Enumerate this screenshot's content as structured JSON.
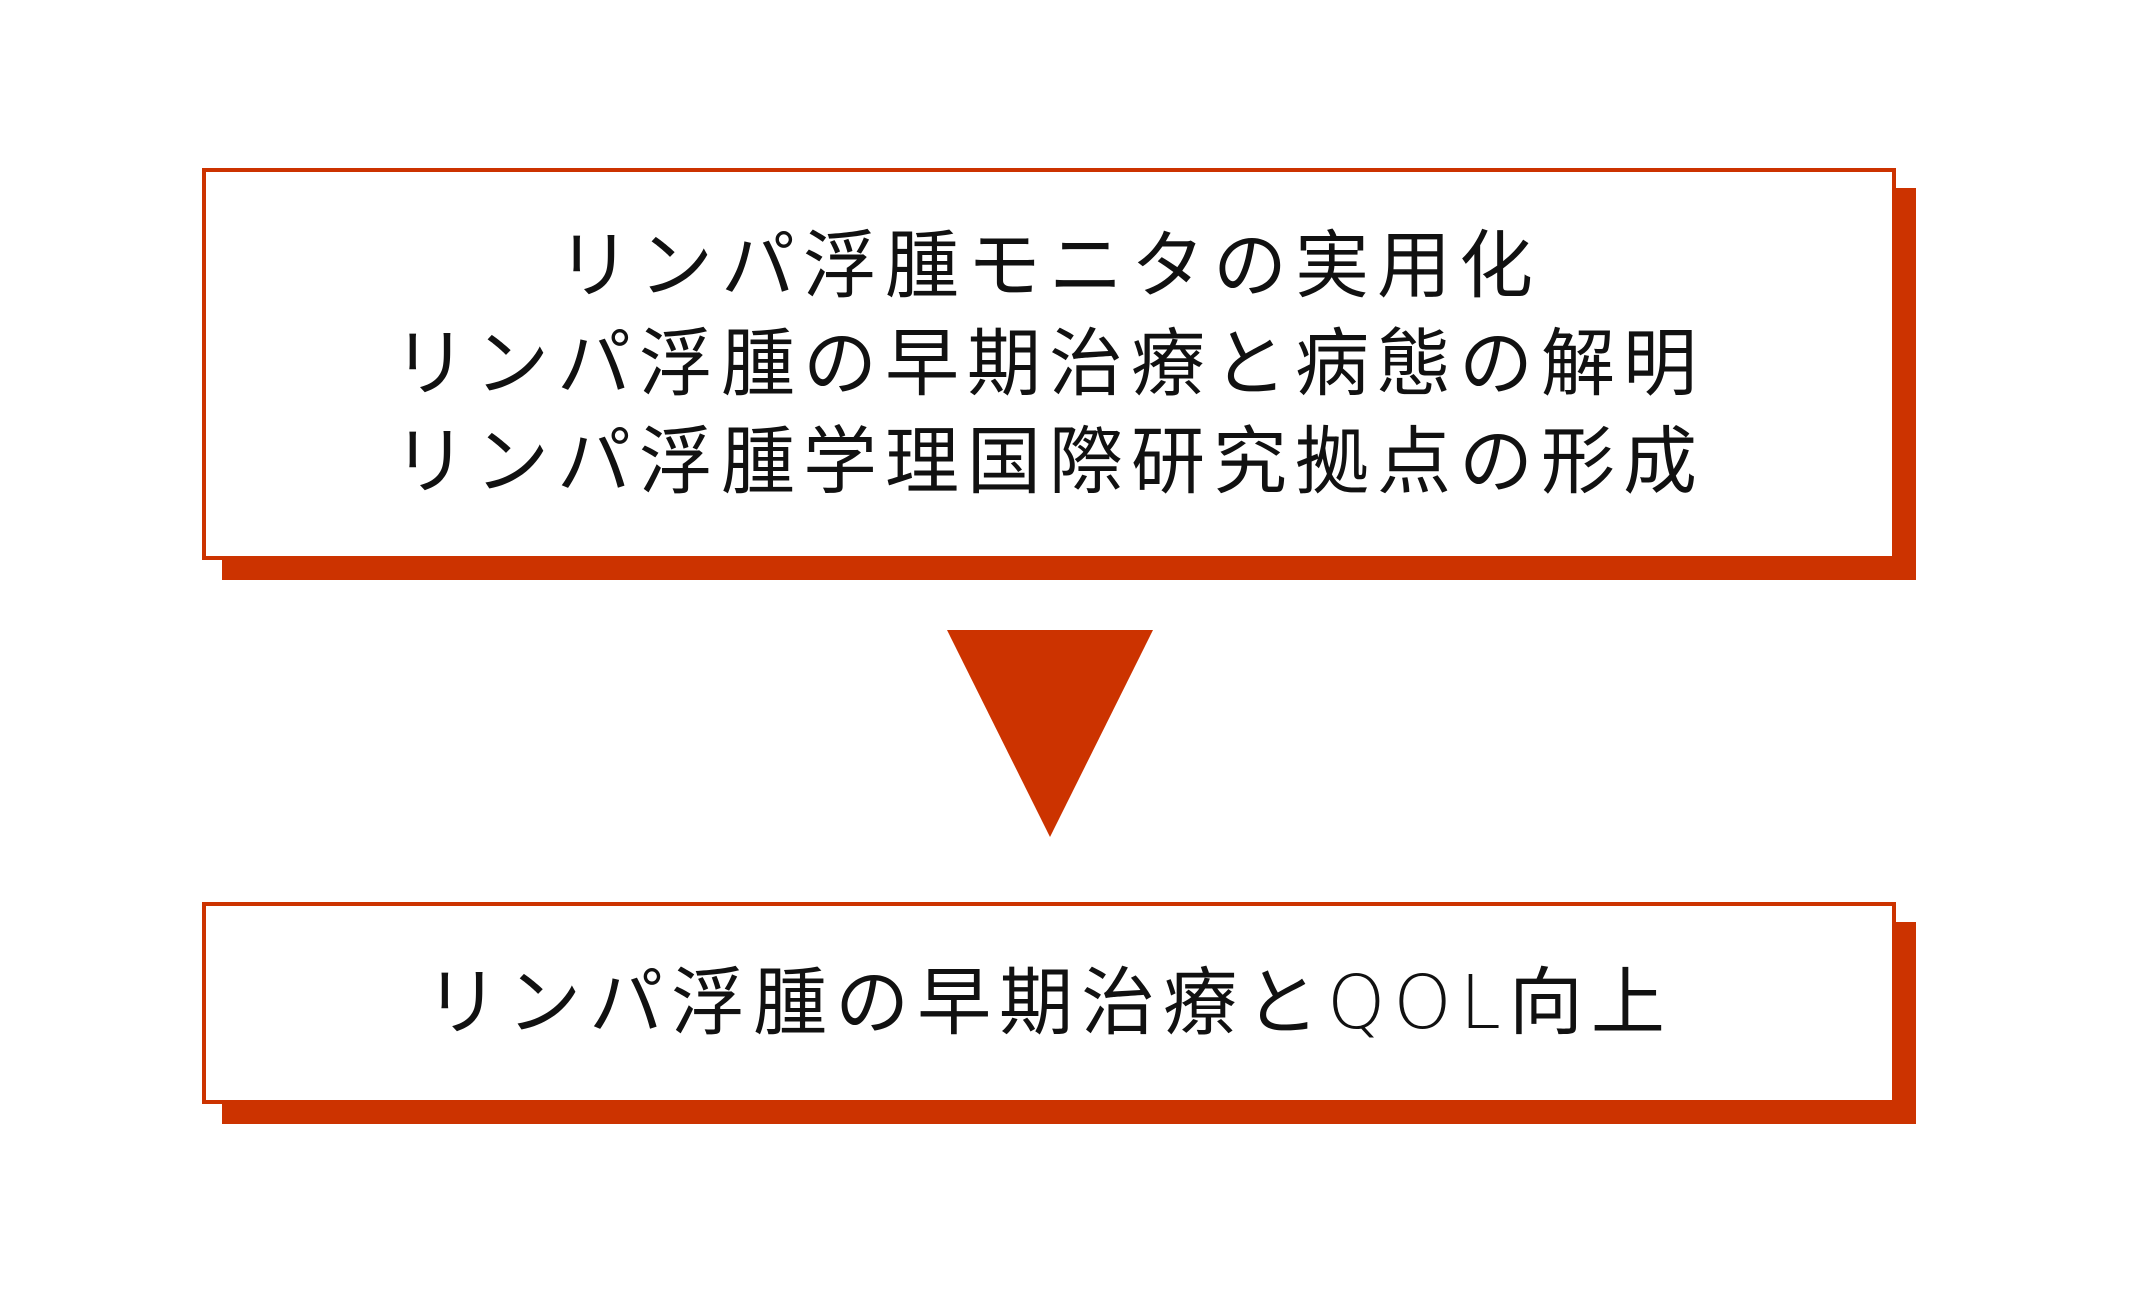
{
  "colors": {
    "accent": "#CC3300",
    "text": "#111111",
    "background": "#FFFFFF"
  },
  "top_box": {
    "lines": [
      "リンパ浮腫モニタの実用化",
      "リンパ浮腫の早期治療と病態の解明",
      "リンパ浮腫学理国際研究拠点の形成"
    ]
  },
  "arrow": {
    "icon": "down-triangle-arrow-icon"
  },
  "bottom_box": {
    "lines": [
      "リンパ浮腫の早期治療とQOL向上"
    ]
  }
}
